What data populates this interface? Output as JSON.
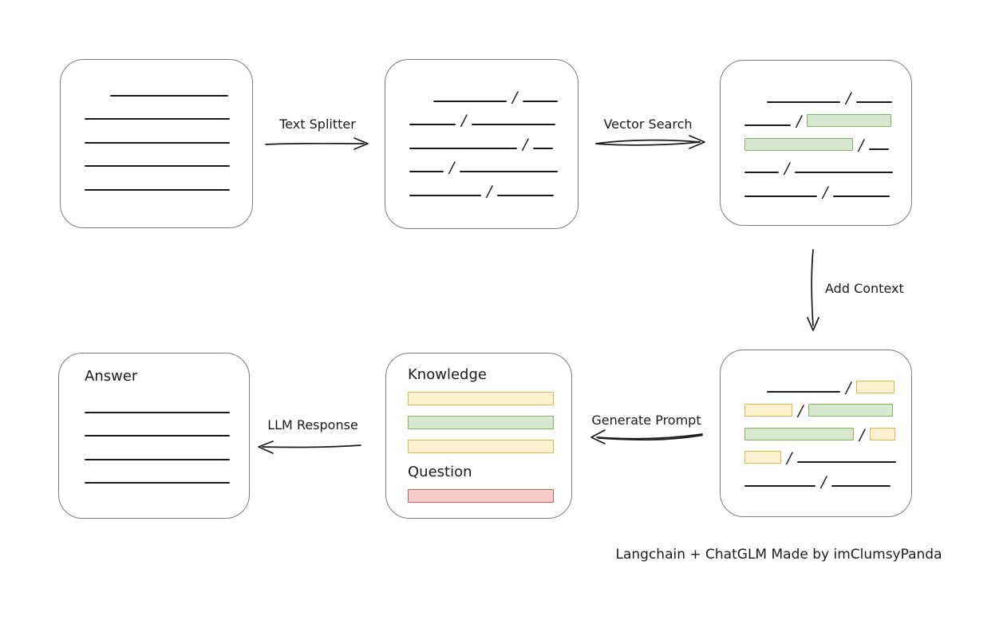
{
  "caption": "Langchain + ChatGLM Made by imClumsyPanda",
  "colors": {
    "ink": "#1b1b1b",
    "box_border": "#7d7d7d",
    "green_fill": "#d7e8d0",
    "green_border": "#83b360",
    "yellow_fill": "#fdf2cf",
    "yellow_border": "#d8b84e",
    "red_fill": "#f5cecb",
    "red_border": "#bd5f57"
  },
  "arrows": {
    "text_splitter": {
      "label": "Text Splitter"
    },
    "vector_search": {
      "label": "Vector Search"
    },
    "add_context": {
      "label": "Add Context"
    },
    "generate_prompt": {
      "label": "Generate Prompt"
    },
    "llm_response": {
      "label": "LLM Response"
    }
  },
  "boxes": {
    "document": {
      "rows": [
        {
          "indent": 32,
          "segs": [
            {
              "t": "line",
              "w": 148
            }
          ]
        },
        {
          "segs": [
            {
              "t": "line",
              "w": 182
            }
          ]
        },
        {
          "segs": [
            {
              "t": "line",
              "w": 182
            }
          ]
        },
        {
          "segs": [
            {
              "t": "line",
              "w": 182
            }
          ]
        },
        {
          "segs": [
            {
              "t": "line",
              "w": 182
            }
          ]
        }
      ]
    },
    "chunks": {
      "rows": [
        {
          "indent": 30,
          "segs": [
            {
              "t": "line",
              "w": 92
            },
            {
              "t": "line",
              "w": 44
            }
          ]
        },
        {
          "segs": [
            {
              "t": "line",
              "w": 58
            },
            {
              "t": "line",
              "w": 105
            }
          ]
        },
        {
          "segs": [
            {
              "t": "line",
              "w": 135
            },
            {
              "t": "line",
              "w": 25
            }
          ]
        },
        {
          "segs": [
            {
              "t": "line",
              "w": 43
            },
            {
              "t": "line",
              "w": 123
            }
          ]
        },
        {
          "segs": [
            {
              "t": "line",
              "w": 90
            },
            {
              "t": "line",
              "w": 71
            }
          ]
        }
      ]
    },
    "matched_chunks": {
      "rows": [
        {
          "indent": 28,
          "segs": [
            {
              "t": "line",
              "w": 92
            },
            {
              "t": "line",
              "w": 45
            }
          ]
        },
        {
          "segs": [
            {
              "t": "line",
              "w": 58
            },
            {
              "t": "green",
              "w": 106
            }
          ]
        },
        {
          "segs": [
            {
              "t": "green",
              "w": 136
            },
            {
              "t": "line",
              "w": 25
            }
          ]
        },
        {
          "segs": [
            {
              "t": "line",
              "w": 43
            },
            {
              "t": "line",
              "w": 123
            }
          ]
        },
        {
          "segs": [
            {
              "t": "line",
              "w": 91
            },
            {
              "t": "line",
              "w": 71
            }
          ]
        }
      ]
    },
    "context_chunks": {
      "rows": [
        {
          "indent": 28,
          "segs": [
            {
              "t": "line",
              "w": 92
            },
            {
              "t": "yellow",
              "w": 48
            }
          ]
        },
        {
          "segs": [
            {
              "t": "yellow",
              "w": 60
            },
            {
              "t": "green",
              "w": 106
            }
          ]
        },
        {
          "segs": [
            {
              "t": "green",
              "w": 137
            },
            {
              "t": "yellow",
              "w": 32
            }
          ]
        },
        {
          "segs": [
            {
              "t": "yellow",
              "w": 46
            },
            {
              "t": "line",
              "w": 124
            }
          ]
        },
        {
          "segs": [
            {
              "t": "line",
              "w": 89
            },
            {
              "t": "line",
              "w": 74
            }
          ]
        }
      ]
    },
    "prompt": {
      "items": [
        {
          "type": "label",
          "text": "Knowledge"
        },
        {
          "type": "bar",
          "color": "yellow"
        },
        {
          "type": "bar",
          "color": "green"
        },
        {
          "type": "bar",
          "color": "yellow"
        },
        {
          "type": "label",
          "text": "Question"
        },
        {
          "type": "bar",
          "color": "red"
        }
      ]
    },
    "answer": {
      "title": "Answer",
      "rows": [
        {
          "segs": [
            {
              "t": "line",
              "w": 182
            }
          ]
        },
        {
          "segs": [
            {
              "t": "line",
              "w": 182
            }
          ]
        },
        {
          "segs": [
            {
              "t": "line",
              "w": 182
            }
          ]
        },
        {
          "segs": [
            {
              "t": "line",
              "w": 182
            }
          ]
        }
      ]
    }
  }
}
